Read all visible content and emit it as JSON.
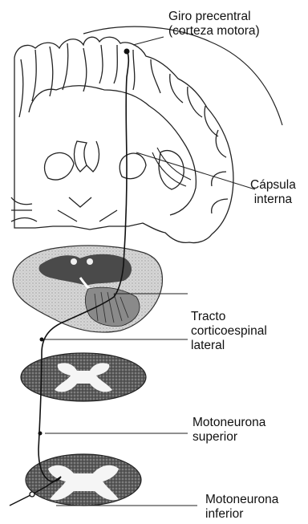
{
  "labels": {
    "precentral": [
      "Giro precentral",
      "(corteza motora)"
    ],
    "internal_capsule": [
      "Cápsula",
      "interna"
    ],
    "lateral_tract": [
      "Tracto",
      "corticoespinal",
      "lateral"
    ],
    "upper_motor_neuron": [
      "Motoneurona",
      "superior"
    ],
    "lower_motor_neuron": [
      "Motoneurona",
      "inferior"
    ]
  }
}
